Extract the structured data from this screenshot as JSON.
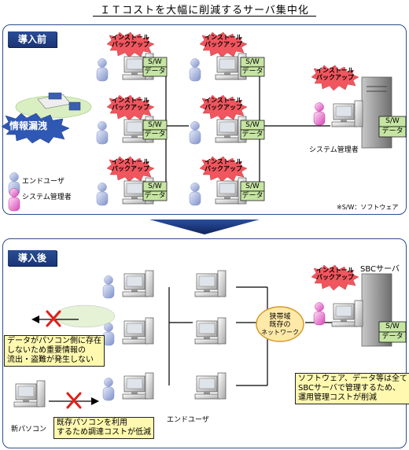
{
  "title": "ＩＴコストを大幅に削減するサーバ集中化",
  "before": {
    "label": "導入前",
    "install_backup": "インストール バックアップ",
    "sw": "S/W",
    "data": "データ",
    "leak": "情報漏洩",
    "legend_end_user": "エンドユーザ",
    "legend_admin": "システム管理者",
    "sysadmin": "システム管理者",
    "footnote": "※S/W：ソフトウェア"
  },
  "after": {
    "label": "導入後",
    "sbc_server": "SBCサーバ",
    "network_l1": "狭帯域",
    "network_l2": "既存の",
    "network_l3": "ネットワーク",
    "end_user": "エンドユーザ",
    "new_pc": "新パソコン",
    "note_leak_l1": "データがパソコン側に存在",
    "note_leak_l2": "しないため重要情報の",
    "note_leak_l3": "流出・盗難が発生しない",
    "note_mgmt_l1": "ソフトウェア、データ等は全て",
    "note_mgmt_l2": "SBCサーバで管理するため、",
    "note_mgmt_l3": "運用管理コストが削減",
    "note_cost_l1": "既存パソコンを利用",
    "note_cost_l2": "するため調達コストが低減"
  },
  "colors": {
    "panel_border": "#2d4d8c",
    "label_bg": "#22438a",
    "burst": "#f0565e",
    "sw_box": "#c6e5a3",
    "note_bg": "#fff9b0",
    "cross": "#e0201a"
  }
}
